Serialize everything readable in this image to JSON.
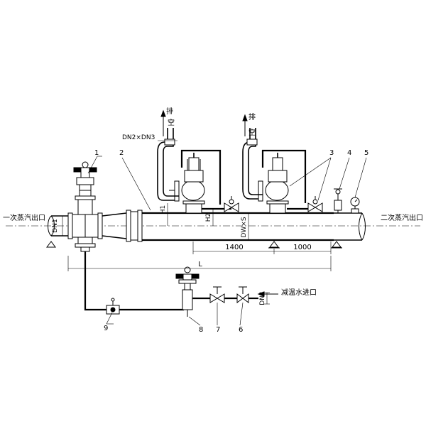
{
  "labels": {
    "outlet_primary": "一次蒸汽出口",
    "outlet_secondary": "二次蒸汽出口",
    "water_inlet": "减温水进口",
    "vent_char_1": "排",
    "vent_char_2": "空",
    "vent_size": "DN2×DN3"
  },
  "dimensions": {
    "dn1": "DN1",
    "dn4": "DN4",
    "h1": "H1",
    "h2": "H2",
    "dw": "DW×S",
    "d1400": "1400",
    "d1000": "1000",
    "length": "L"
  },
  "callouts": {
    "c1": "1",
    "c2": "2",
    "c3": "3",
    "c4": "4",
    "c5": "5",
    "c6": "6",
    "c7": "7",
    "c8": "8",
    "c9": "9"
  }
}
